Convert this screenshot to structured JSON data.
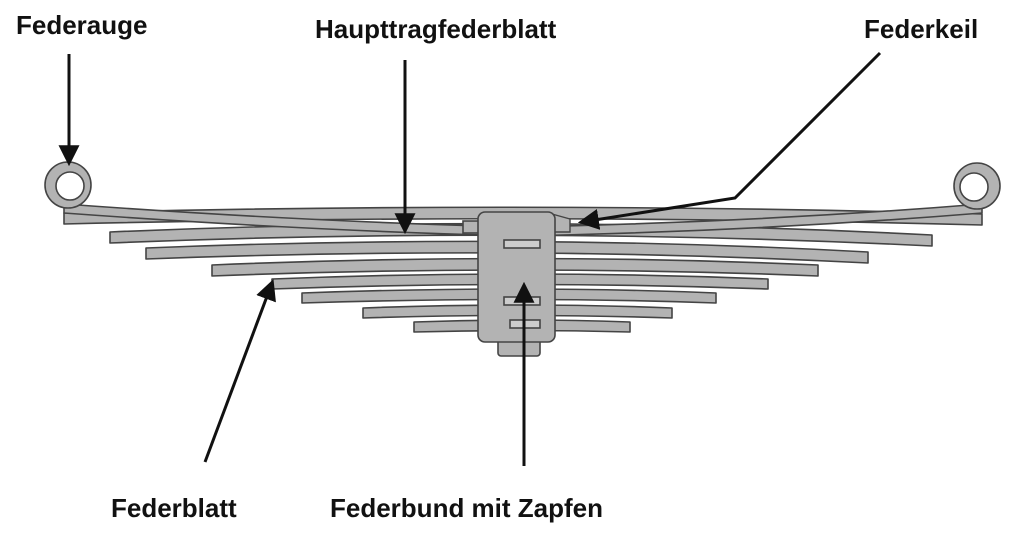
{
  "labels": {
    "eye": "Federauge",
    "main_leaf": "Haupttragfederblatt",
    "wedge": "Federkeil",
    "leaf": "Federblatt",
    "center_bolt": "Federbund mit Zapfen"
  },
  "colors": {
    "leaf_fill": "#b3b3b3",
    "outline": "#444444",
    "arrow": "#111111",
    "background": "#ffffff"
  }
}
